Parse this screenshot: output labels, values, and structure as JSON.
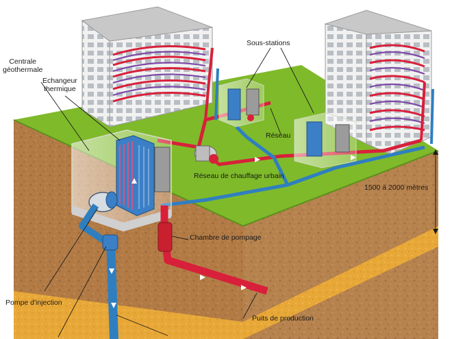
{
  "labels": {
    "centrale": "Centrale\ngéothermale",
    "echangeur": "Echangeur\nthermique",
    "sous_stations": "Sous-stations",
    "reseau": "Réseau",
    "reseau_chauffage": "Réseau de chauffage urbain",
    "profondeur": "1500 à 2000 mètres",
    "chambre_pompage": "Chambre de pompage",
    "pompe_injection": "Pompe d'injection",
    "puits_production": "Puits de production"
  },
  "colors": {
    "grass": "#7fba2a",
    "soil": "#b07a42",
    "sand": "#e6a632",
    "hot_pipe": "#d8203a",
    "cold_pipe": "#2f7fc0",
    "building": "#eeeeee"
  },
  "icons": [
    "flow-arrow-icon",
    "pump-icon",
    "heat-exchanger-icon"
  ]
}
